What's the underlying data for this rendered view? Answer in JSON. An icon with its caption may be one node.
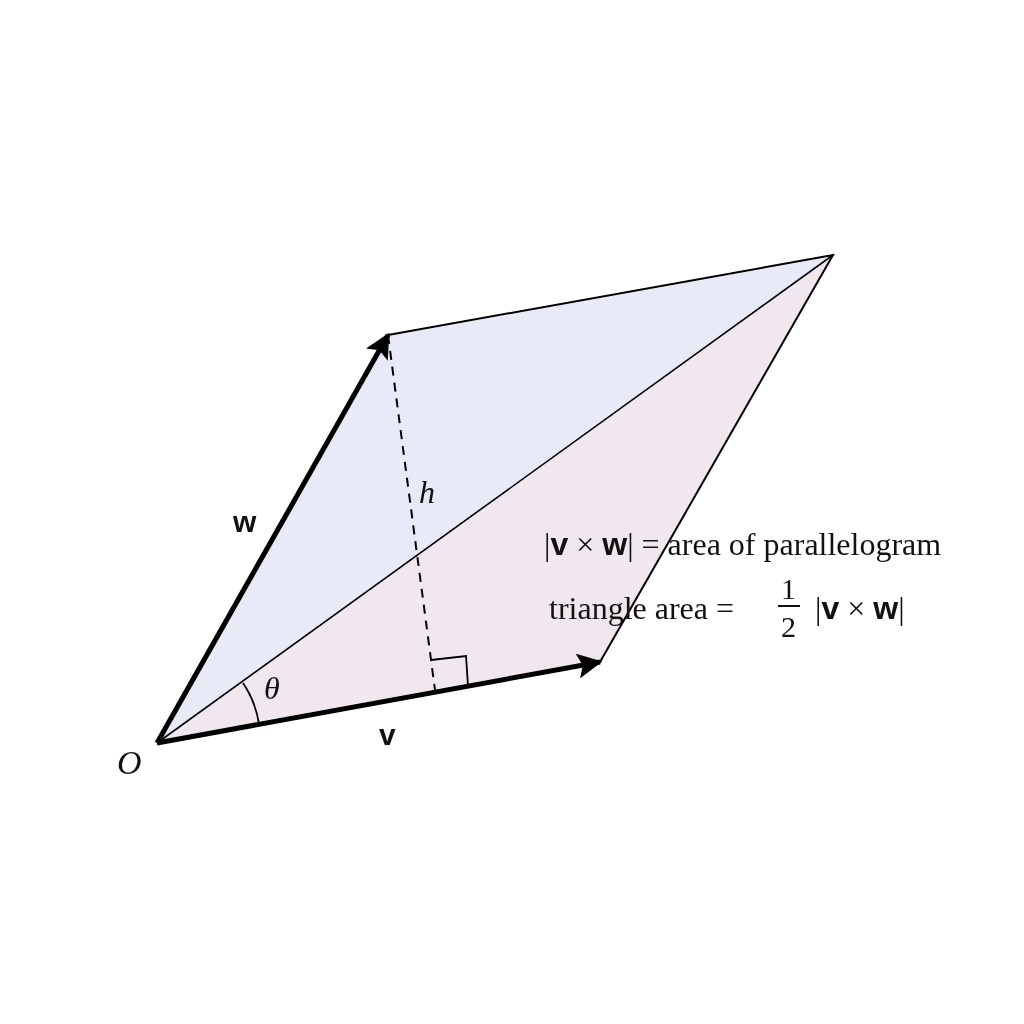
{
  "diagram": {
    "labels": [
      "w",
      "h",
      "|**v** × **w**| = area of parallelogram",
      "triangle area =",
      "1",
      "2",
      "|**v** × **w**|",
      "θ",
      "v",
      "O"
    ]
  }
}
